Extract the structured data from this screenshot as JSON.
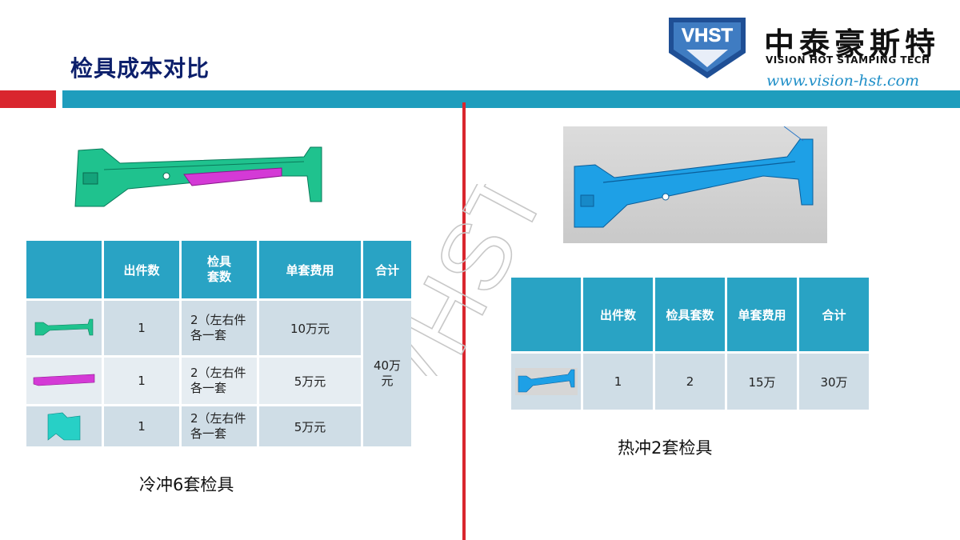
{
  "slide": {
    "title": "检具成本对比"
  },
  "brand": {
    "badge_text": "VHST",
    "name_cn": "中泰豪斯特",
    "name_en": "VISION HOT STAMPING TECH",
    "url": "www.vision-hst.com",
    "watermark": "VHST"
  },
  "colors": {
    "accent_red": "#d9262e",
    "accent_teal": "#1e9dbd",
    "header_blue": "#29a3c4",
    "title_navy": "#0c1f6b"
  },
  "left_table": {
    "headers": [
      "",
      "出件数",
      "检具\n套数",
      "单套费用",
      "合计"
    ],
    "rows": [
      {
        "qty": "1",
        "sets": "2（左右件各一套",
        "cost": "10万元"
      },
      {
        "qty": "1",
        "sets": "2（左右件各一套",
        "cost": "5万元"
      },
      {
        "qty": "1",
        "sets": "2（左右件各一套",
        "cost": "5万元"
      }
    ],
    "total": "40万元"
  },
  "right_table": {
    "headers": [
      "",
      "出件数",
      "检具套数",
      "单套费用",
      "合计"
    ],
    "row": {
      "qty": "1",
      "sets": "2",
      "cost": "15万",
      "total": "30万"
    }
  },
  "captions": {
    "left": "冷冲6套检具",
    "right": "热冲2套检具"
  }
}
